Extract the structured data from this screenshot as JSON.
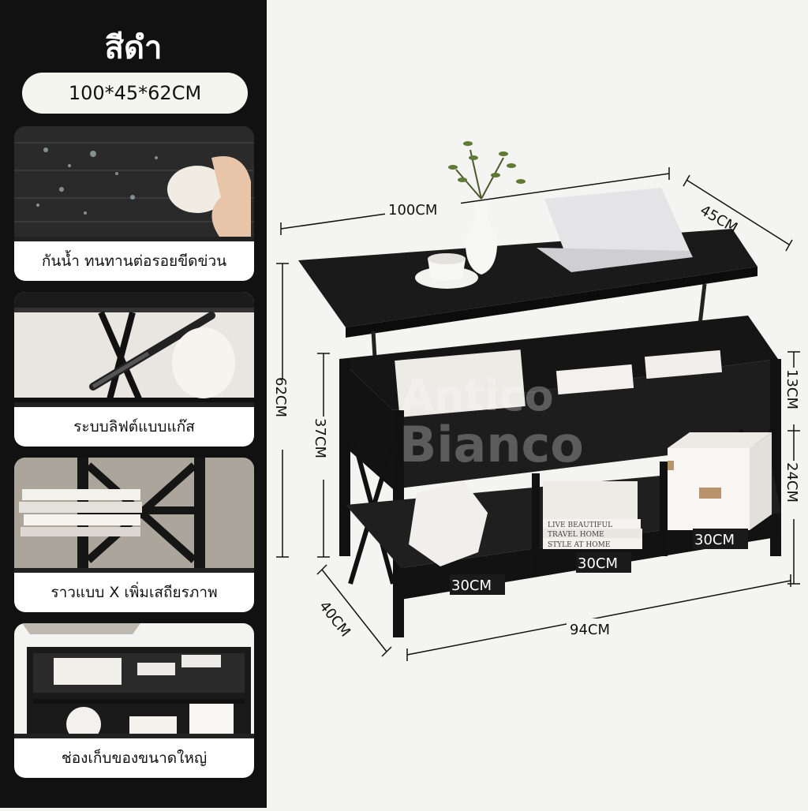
{
  "header": {
    "title": "สีดำ",
    "dimensions": "100*45*62CM"
  },
  "features": [
    {
      "label": "กันน้ำ ทนทานต่อรอยขีดข่วน"
    },
    {
      "label": "ระบบลิฟต์แบบแก๊ส"
    },
    {
      "label": "ราวแบบ X เพิ่มเสถียรภาพ"
    },
    {
      "label": "ช่องเก็บของขนาดใหญ่"
    }
  ],
  "measurements": {
    "width_top": "100CM",
    "depth_top": "45CM",
    "height_total": "62CM",
    "height_body": "37CM",
    "height_drawer": "13CM",
    "height_cube": "24CM",
    "cube1": "30CM",
    "cube2": "30CM",
    "cube3": "30CM",
    "depth_bottom": "40CM",
    "width_bottom": "94CM"
  },
  "watermark": {
    "line1": "Antico",
    "line2": "Bianco"
  },
  "books": {
    "spine1": "LIVE BEAUTIFUL",
    "spine2": "TRAVEL HOME",
    "spine3": "STYLE AT HOME"
  }
}
